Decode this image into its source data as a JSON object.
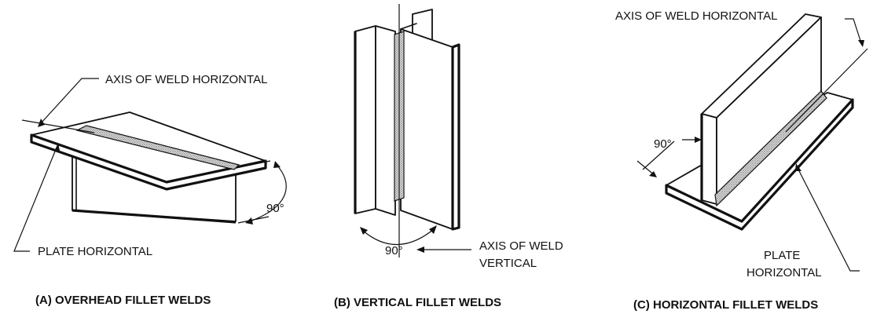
{
  "figures": [
    {
      "caption": "(A) OVERHEAD FILLET WELDS",
      "labels": [
        "AXIS OF WELD HORIZONTAL",
        "PLATE HORIZONTAL"
      ],
      "angle": "90°"
    },
    {
      "caption": "(B) VERTICAL FILLET WELDS",
      "labels": [
        "AXIS OF WELD",
        "VERTICAL"
      ],
      "angle": "90°"
    },
    {
      "caption": "(C) HORIZONTAL FILLET WELDS",
      "labels": [
        "AXIS OF WELD HORIZONTAL",
        "PLATE",
        "HORIZONTAL"
      ],
      "angle": "90°"
    }
  ],
  "colors": {
    "ink": "#111111",
    "background": "#ffffff",
    "weld_stipple": "#bdbdbd"
  }
}
